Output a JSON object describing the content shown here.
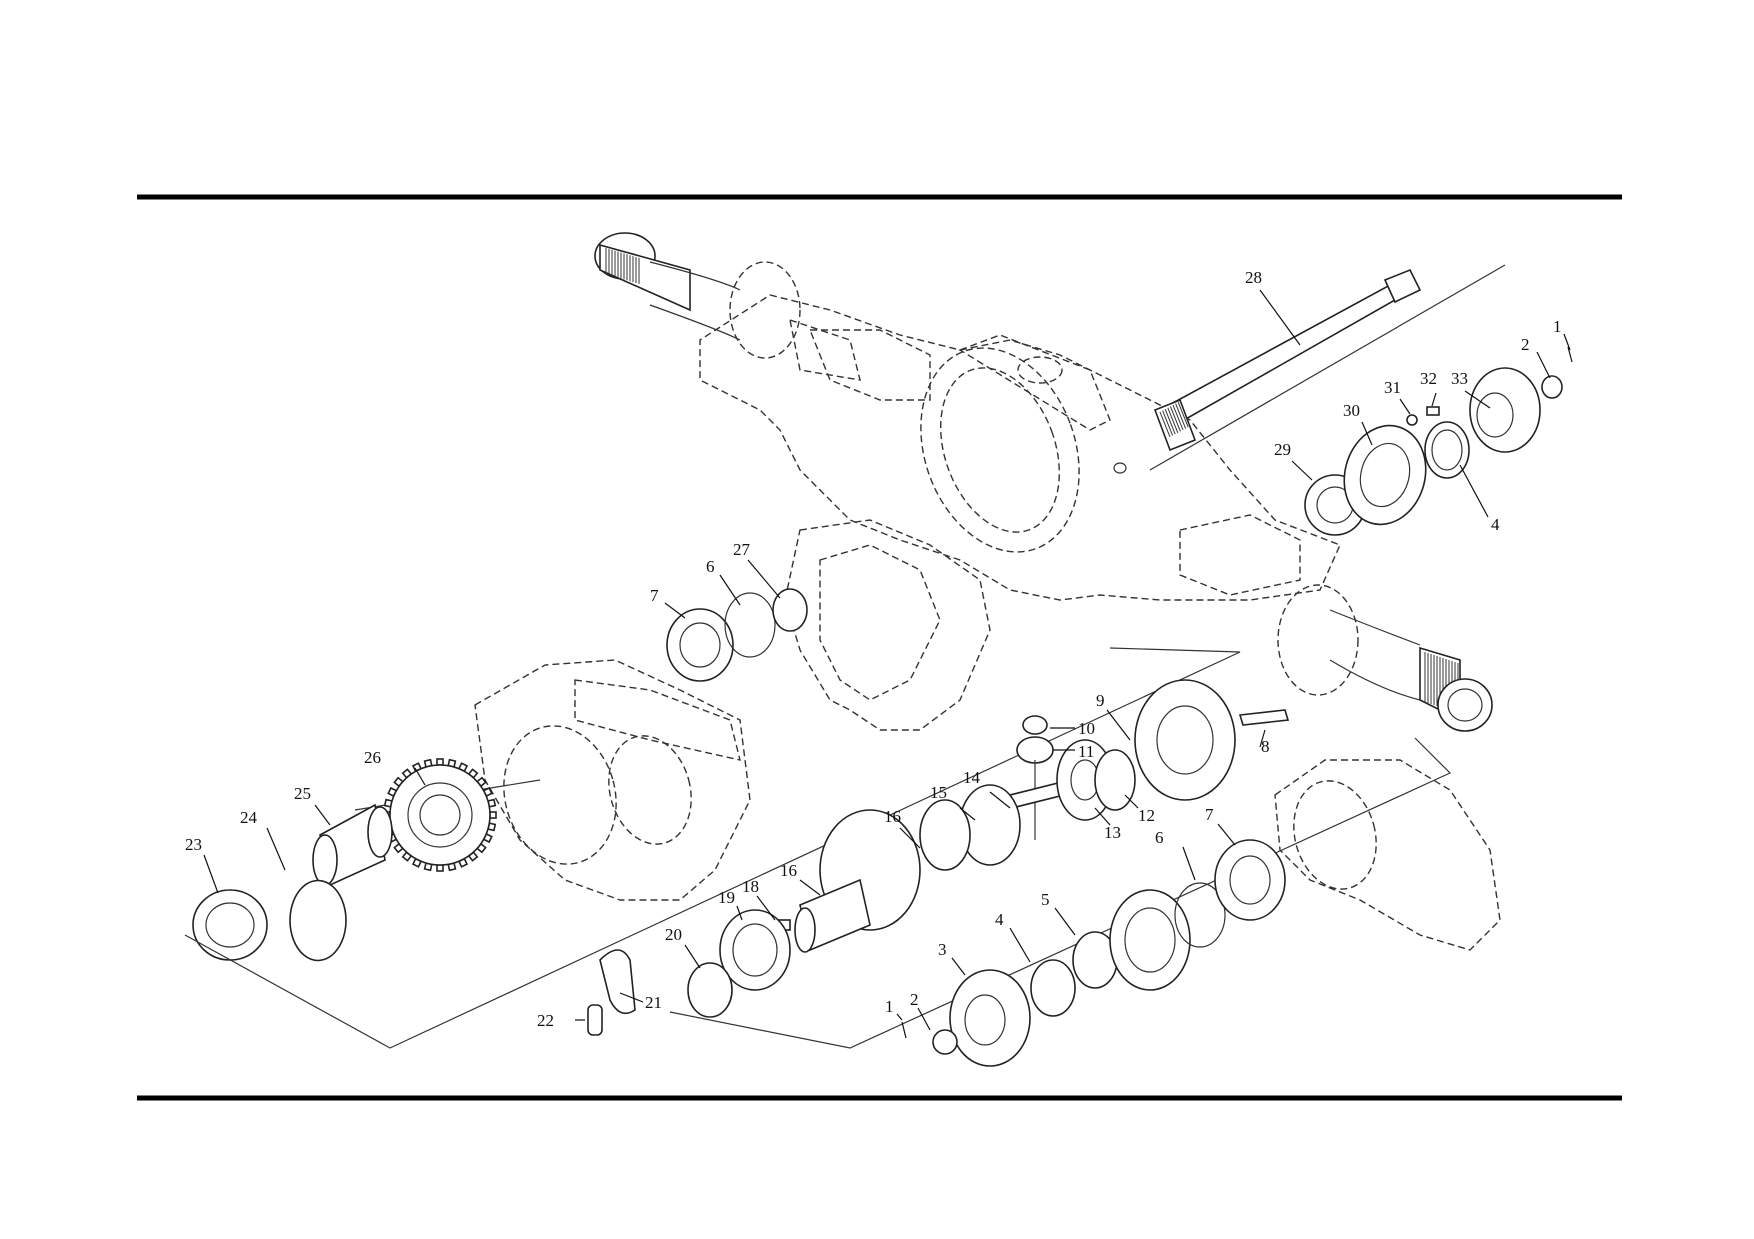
{
  "diagram": {
    "callouts": [
      {
        "id": "c1a",
        "text": "1"
      },
      {
        "id": "c2a",
        "text": "2"
      },
      {
        "id": "c28",
        "text": "28"
      },
      {
        "id": "c33",
        "text": "33"
      },
      {
        "id": "c32",
        "text": "32"
      },
      {
        "id": "c31",
        "text": "31"
      },
      {
        "id": "c30",
        "text": "30"
      },
      {
        "id": "c29",
        "text": "29"
      },
      {
        "id": "c4a",
        "text": "4"
      },
      {
        "id": "c27",
        "text": "27"
      },
      {
        "id": "c6a",
        "text": "6"
      },
      {
        "id": "c7a",
        "text": "7"
      },
      {
        "id": "c9",
        "text": "9"
      },
      {
        "id": "c10",
        "text": "10"
      },
      {
        "id": "c11",
        "text": "11"
      },
      {
        "id": "c8",
        "text": "8"
      },
      {
        "id": "c12",
        "text": "12"
      },
      {
        "id": "c13",
        "text": "13"
      },
      {
        "id": "c14",
        "text": "14"
      },
      {
        "id": "c15",
        "text": "15"
      },
      {
        "id": "c16a",
        "text": "16"
      },
      {
        "id": "c16b",
        "text": "16"
      },
      {
        "id": "c26",
        "text": "26"
      },
      {
        "id": "c25",
        "text": "25"
      },
      {
        "id": "c24",
        "text": "24"
      },
      {
        "id": "c23",
        "text": "23"
      },
      {
        "id": "c18",
        "text": "18"
      },
      {
        "id": "c19",
        "text": "19"
      },
      {
        "id": "c20",
        "text": "20"
      },
      {
        "id": "c21",
        "text": "21"
      },
      {
        "id": "c22",
        "text": "22"
      },
      {
        "id": "c6b",
        "text": "6"
      },
      {
        "id": "c7b",
        "text": "7"
      },
      {
        "id": "c5",
        "text": "5"
      },
      {
        "id": "c4b",
        "text": "4"
      },
      {
        "id": "c3",
        "text": "3"
      },
      {
        "id": "c2b",
        "text": "2"
      },
      {
        "id": "c1b",
        "text": "1"
      }
    ]
  }
}
